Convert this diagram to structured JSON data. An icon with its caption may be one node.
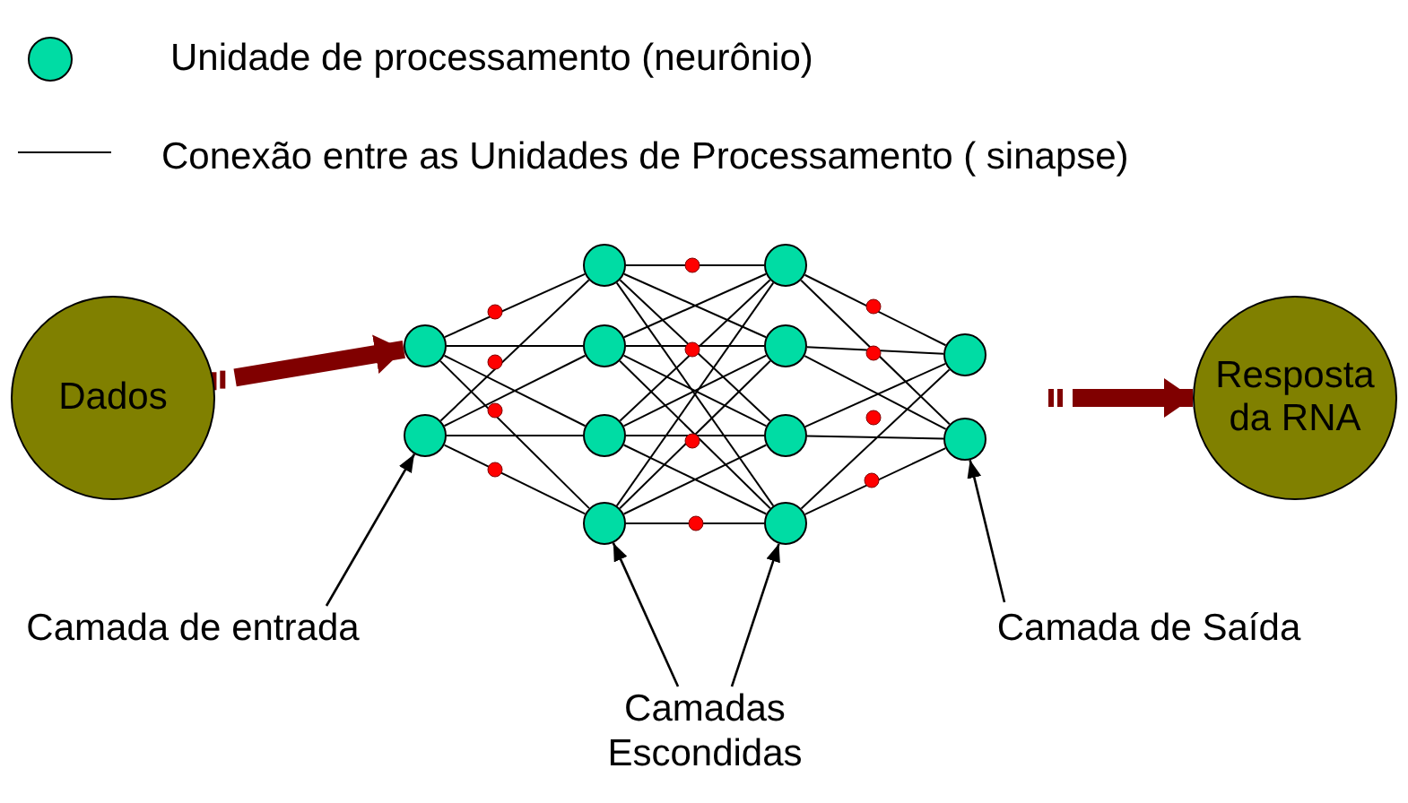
{
  "diagram": {
    "nodes": [
      {
        "text": [
          "Dados"
        ]
      },
      {
        "text": [],
        "shape": "circle"
      },
      {
        "text": [],
        "shape": "circle"
      },
      {
        "text": [],
        "shape": "circle"
      },
      {
        "text": [],
        "shape": "circle"
      },
      {
        "text": [],
        "shape": "circle"
      },
      {
        "text": [],
        "shape": "circle"
      },
      {
        "text": [],
        "shape": "circle"
      },
      {
        "text": [],
        "shape": "circle"
      },
      {
        "text": [],
        "shape": "circle"
      },
      {
        "text": [],
        "shape": "circle"
      },
      {
        "text": [],
        "shape": "circle"
      },
      {
        "text": [],
        "shape": "circle"
      },
      {
        "text": [
          "Resposta da RNA"
        ]
      },
      {
        "text": [
          "Camada de entrada"
        ]
      },
      {
        "text": [
          "Camada de Saída"
        ]
      },
      {
        "text": [
          "Camadas Escondidas"
        ]
      }
    ],
    "edges": [
      {
        "from": 0,
        "to": 1,
        "arrow": "to",
        "style": "thick",
        "color": "#800000"
      },
      {
        "from": 1,
        "to": 3,
        "arrow": "none"
      },
      {
        "from": 1,
        "to": 4,
        "arrow": "none"
      },
      {
        "from": 1,
        "to": 5,
        "arrow": "none"
      },
      {
        "from": 1,
        "to": 6,
        "arrow": "none"
      },
      {
        "from": 2,
        "to": 3,
        "arrow": "none"
      },
      {
        "from": 2,
        "to": 4,
        "arrow": "none"
      },
      {
        "from": 2,
        "to": 5,
        "arrow": "none"
      },
      {
        "from": 2,
        "to": 6,
        "arrow": "none"
      },
      {
        "from": 3,
        "to": 7,
        "arrow": "none"
      },
      {
        "from": 3,
        "to": 8,
        "arrow": "none"
      },
      {
        "from": 3,
        "to": 9,
        "arrow": "none"
      },
      {
        "from": 3,
        "to": 10,
        "arrow": "none"
      },
      {
        "from": 4,
        "to": 7,
        "arrow": "none"
      },
      {
        "from": 4,
        "to": 8,
        "arrow": "none"
      },
      {
        "from": 4,
        "to": 9,
        "arrow": "none"
      },
      {
        "from": 4,
        "to": 10,
        "arrow": "none"
      },
      {
        "from": 5,
        "to": 7,
        "arrow": "none"
      },
      {
        "from": 5,
        "to": 8,
        "arrow": "none"
      },
      {
        "from": 5,
        "to": 9,
        "arrow": "none"
      },
      {
        "from": 5,
        "to": 10,
        "arrow": "none"
      },
      {
        "from": 6,
        "to": 7,
        "arrow": "none"
      },
      {
        "from": 6,
        "to": 8,
        "arrow": "none"
      },
      {
        "from": 6,
        "to": 9,
        "arrow": "none"
      },
      {
        "from": 6,
        "to": 10,
        "arrow": "none"
      },
      {
        "from": 7,
        "to": 11,
        "arrow": "none"
      },
      {
        "from": 7,
        "to": 12,
        "arrow": "none"
      },
      {
        "from": 8,
        "to": 11,
        "arrow": "none"
      },
      {
        "from": 8,
        "to": 12,
        "arrow": "none"
      },
      {
        "from": 9,
        "to": 11,
        "arrow": "none"
      },
      {
        "from": 9,
        "to": 12,
        "arrow": "none"
      },
      {
        "from": 10,
        "to": 11,
        "arrow": "none"
      },
      {
        "from": 10,
        "to": 12,
        "arrow": "none"
      },
      {
        "from": null,
        "to": 13,
        "arrow": "to",
        "style": "thick",
        "color": "#800000"
      },
      {
        "from": 14,
        "to": 2,
        "arrow": "to"
      },
      {
        "from": 15,
        "to": 12,
        "arrow": "to"
      },
      {
        "from": 16,
        "to": 6,
        "arrow": "to"
      },
      {
        "from": 16,
        "to": 10,
        "arrow": "to"
      }
    ],
    "legend": [
      {
        "text": "Unidade de processamento (neurônio)"
      },
      {
        "text": "Conexão entre as Unidades de Processamento ( sinapse)"
      }
    ]
  }
}
